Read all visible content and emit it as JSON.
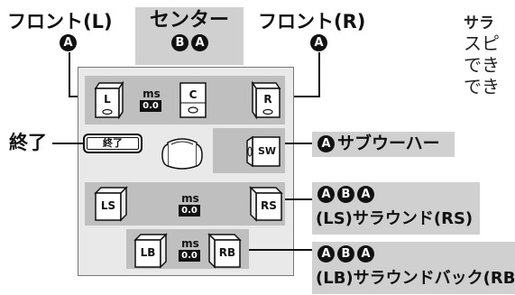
{
  "labels": {
    "front_left": "フロント(L)",
    "center": "センター",
    "front_right": "フロント(R)",
    "end": "終了",
    "subwoofer": "サブウーハー",
    "surround": "(LS)サラウンド(RS)",
    "surround_back": "(LB)サラウンドバック(RB"
  },
  "badges": {
    "a": "A",
    "b": "B"
  },
  "speakers": {
    "L": "L",
    "C": "C",
    "R": "R",
    "LS": "LS",
    "RS": "RS",
    "LB": "LB",
    "RB": "RB",
    "SW": "SW"
  },
  "delay": {
    "unit": "ms",
    "center": "0.0",
    "surround": "0.0",
    "surround_back": "0.0"
  },
  "end_button": {
    "label": "終了"
  },
  "right_text": {
    "heading": "サラ",
    "line1": "スピ",
    "line2": "でき",
    "line3": "でき"
  },
  "colors": {
    "panel_bg": "#e9e9e9",
    "zone_bg": "#bfbfbf",
    "callout_bg": "#d0d0d0",
    "badge": "#111111"
  }
}
